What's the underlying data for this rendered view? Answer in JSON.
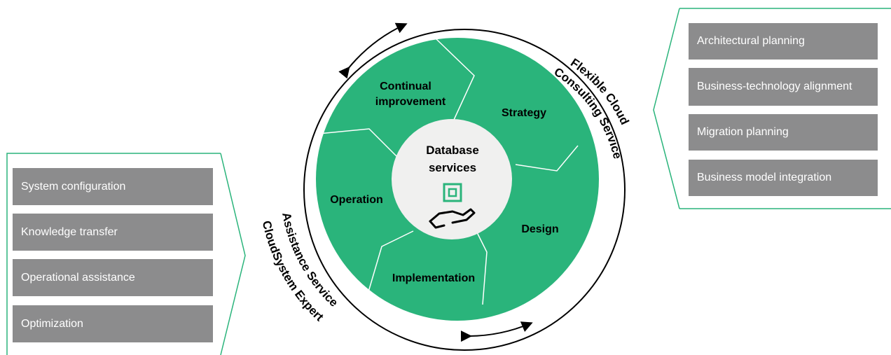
{
  "center": {
    "line1": "Database",
    "line2": "services"
  },
  "segments": {
    "continual_1": "Continual",
    "continual_2": "improvement",
    "strategy": "Strategy",
    "design": "Design",
    "implementation": "Implementation",
    "operation": "Operation"
  },
  "arc_labels": {
    "right_line1": "Flexible Cloud",
    "right_line2": "Consulting Service",
    "left_line1": "CloudSystem Expert",
    "left_line2": "Assistance Service"
  },
  "left_list": [
    "System configuration",
    "Knowledge transfer",
    "Operational assistance",
    "Optimization"
  ],
  "right_list": [
    "Architectural planning",
    "Business-technology alignment",
    "Migration planning",
    "Business model integration"
  ],
  "colors": {
    "segment_green": "#2ab47b",
    "box_gray": "#8c8c8d",
    "center_fill": "#f0f0ef",
    "text": "#000000"
  },
  "icons": [
    "database-square-icon",
    "hand-icon"
  ]
}
